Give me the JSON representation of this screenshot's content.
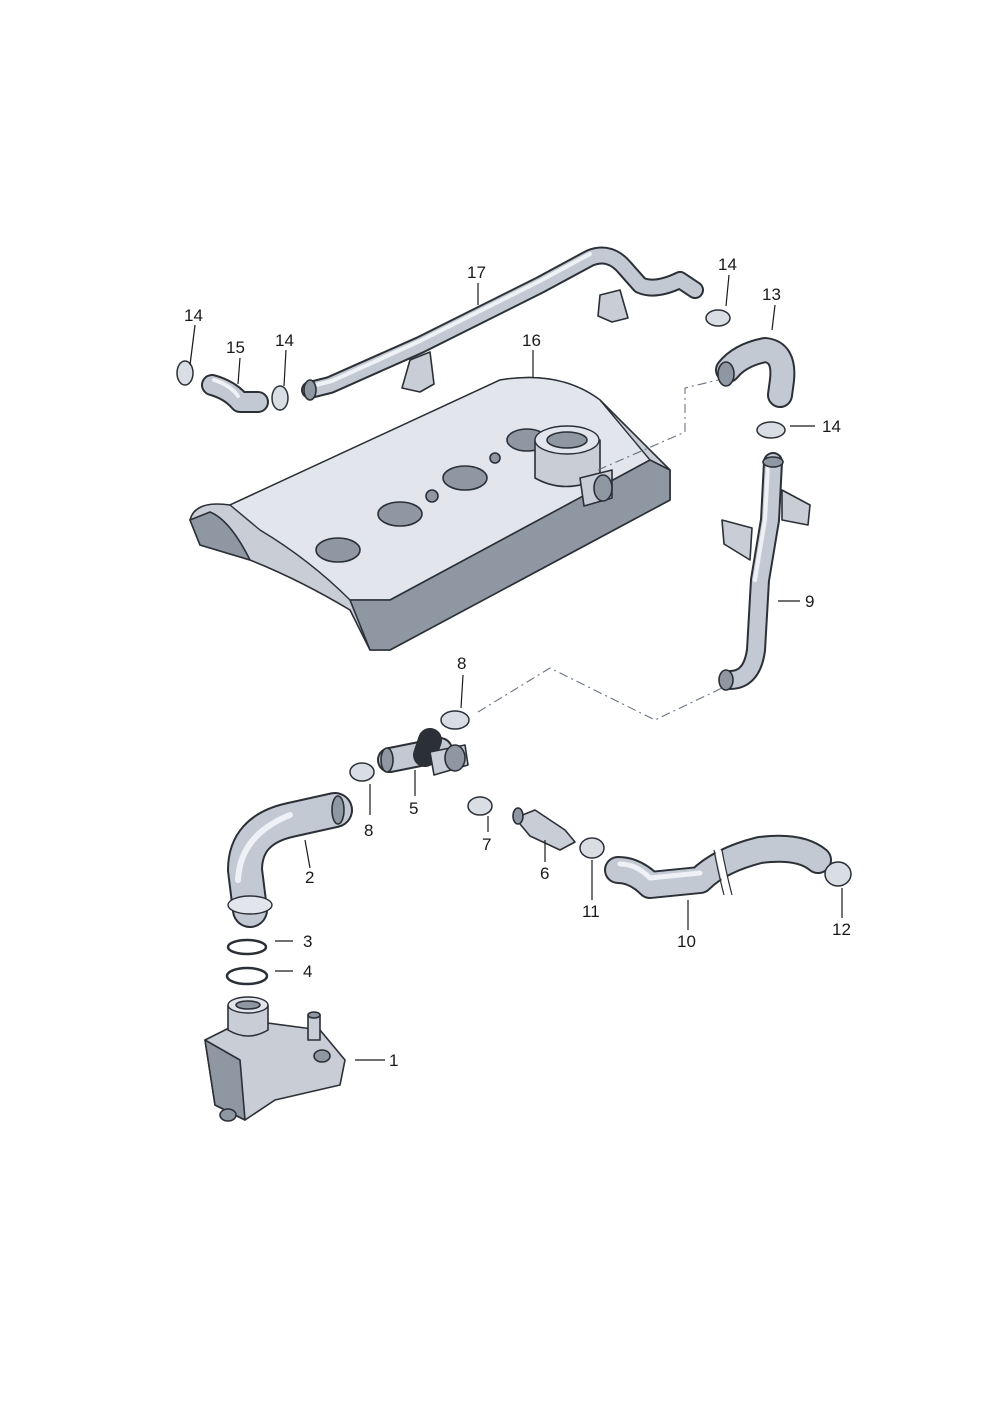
{
  "callouts": [
    {
      "id": "1",
      "label": "1"
    },
    {
      "id": "2",
      "label": "2"
    },
    {
      "id": "3",
      "label": "3"
    },
    {
      "id": "4",
      "label": "4"
    },
    {
      "id": "5",
      "label": "5"
    },
    {
      "id": "6",
      "label": "6"
    },
    {
      "id": "7",
      "label": "7"
    },
    {
      "id": "8a",
      "label": "8"
    },
    {
      "id": "8b",
      "label": "8"
    },
    {
      "id": "9",
      "label": "9"
    },
    {
      "id": "10",
      "label": "10"
    },
    {
      "id": "11",
      "label": "11"
    },
    {
      "id": "12",
      "label": "12"
    },
    {
      "id": "13",
      "label": "13"
    },
    {
      "id": "14a",
      "label": "14"
    },
    {
      "id": "14b",
      "label": "14"
    },
    {
      "id": "14c",
      "label": "14"
    },
    {
      "id": "14d",
      "label": "14"
    },
    {
      "id": "15",
      "label": "15"
    },
    {
      "id": "16",
      "label": "16"
    },
    {
      "id": "17",
      "label": "17"
    }
  ],
  "colors": {
    "part_fill": "#c9ced6",
    "part_shadow": "#8f97a3",
    "outline": "#2b2f36",
    "background": "#ffffff"
  }
}
